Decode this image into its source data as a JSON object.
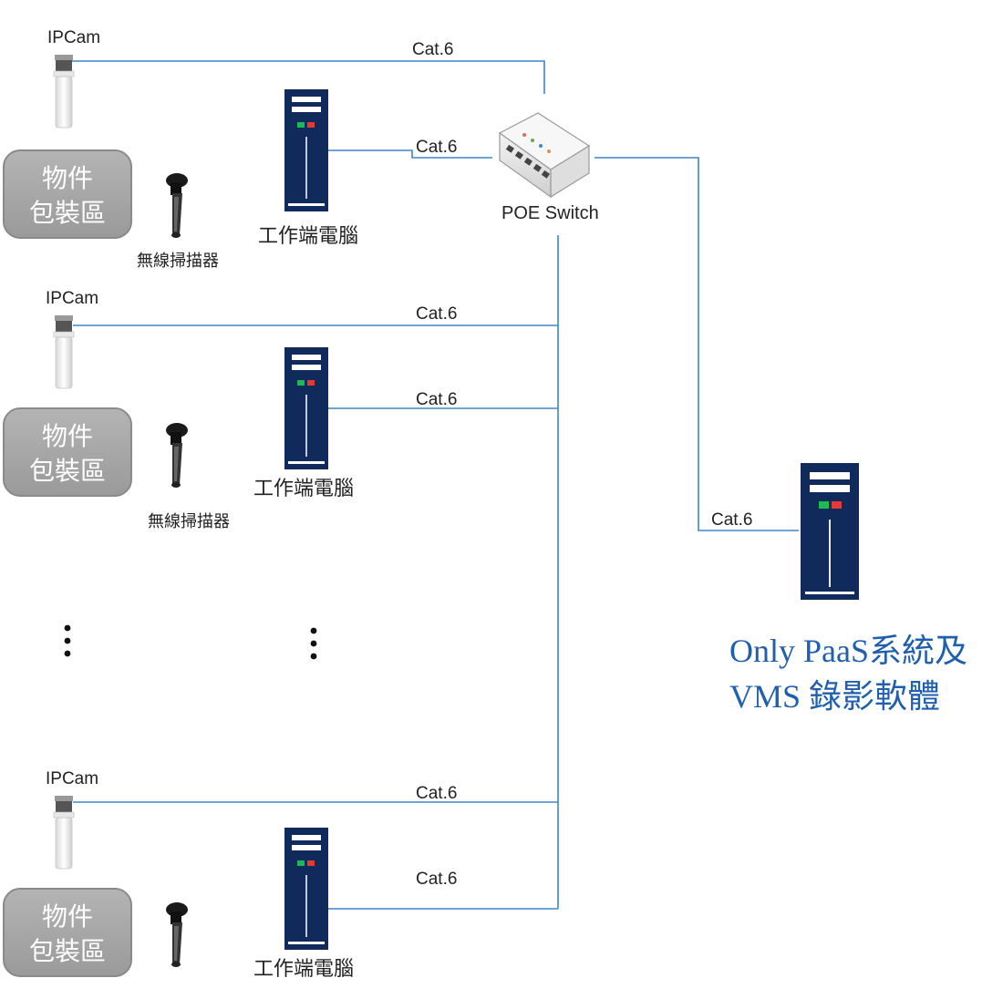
{
  "labels": {
    "ipcam": "IPCam",
    "cable": "Cat.6",
    "switch": "POE Switch",
    "workstation": "工作端電腦",
    "scanner": "無線掃描器",
    "zone_line1": "物件",
    "zone_line2": "包裝區",
    "system_line1": "Only PaaS系統及",
    "system_line2": "VMS 錄影軟體"
  },
  "colors": {
    "wire": "#3f86c9",
    "tower": "#102a5c",
    "zone": "#a9a9a9",
    "system_text": "#1f5fae",
    "led_green": "#1db954",
    "led_red": "#e53935"
  },
  "icons": [
    "ip-camera-icon",
    "workstation-tower-icon",
    "barcode-scanner-icon",
    "poe-switch-icon",
    "server-tower-icon",
    "ellipsis-icon"
  ]
}
